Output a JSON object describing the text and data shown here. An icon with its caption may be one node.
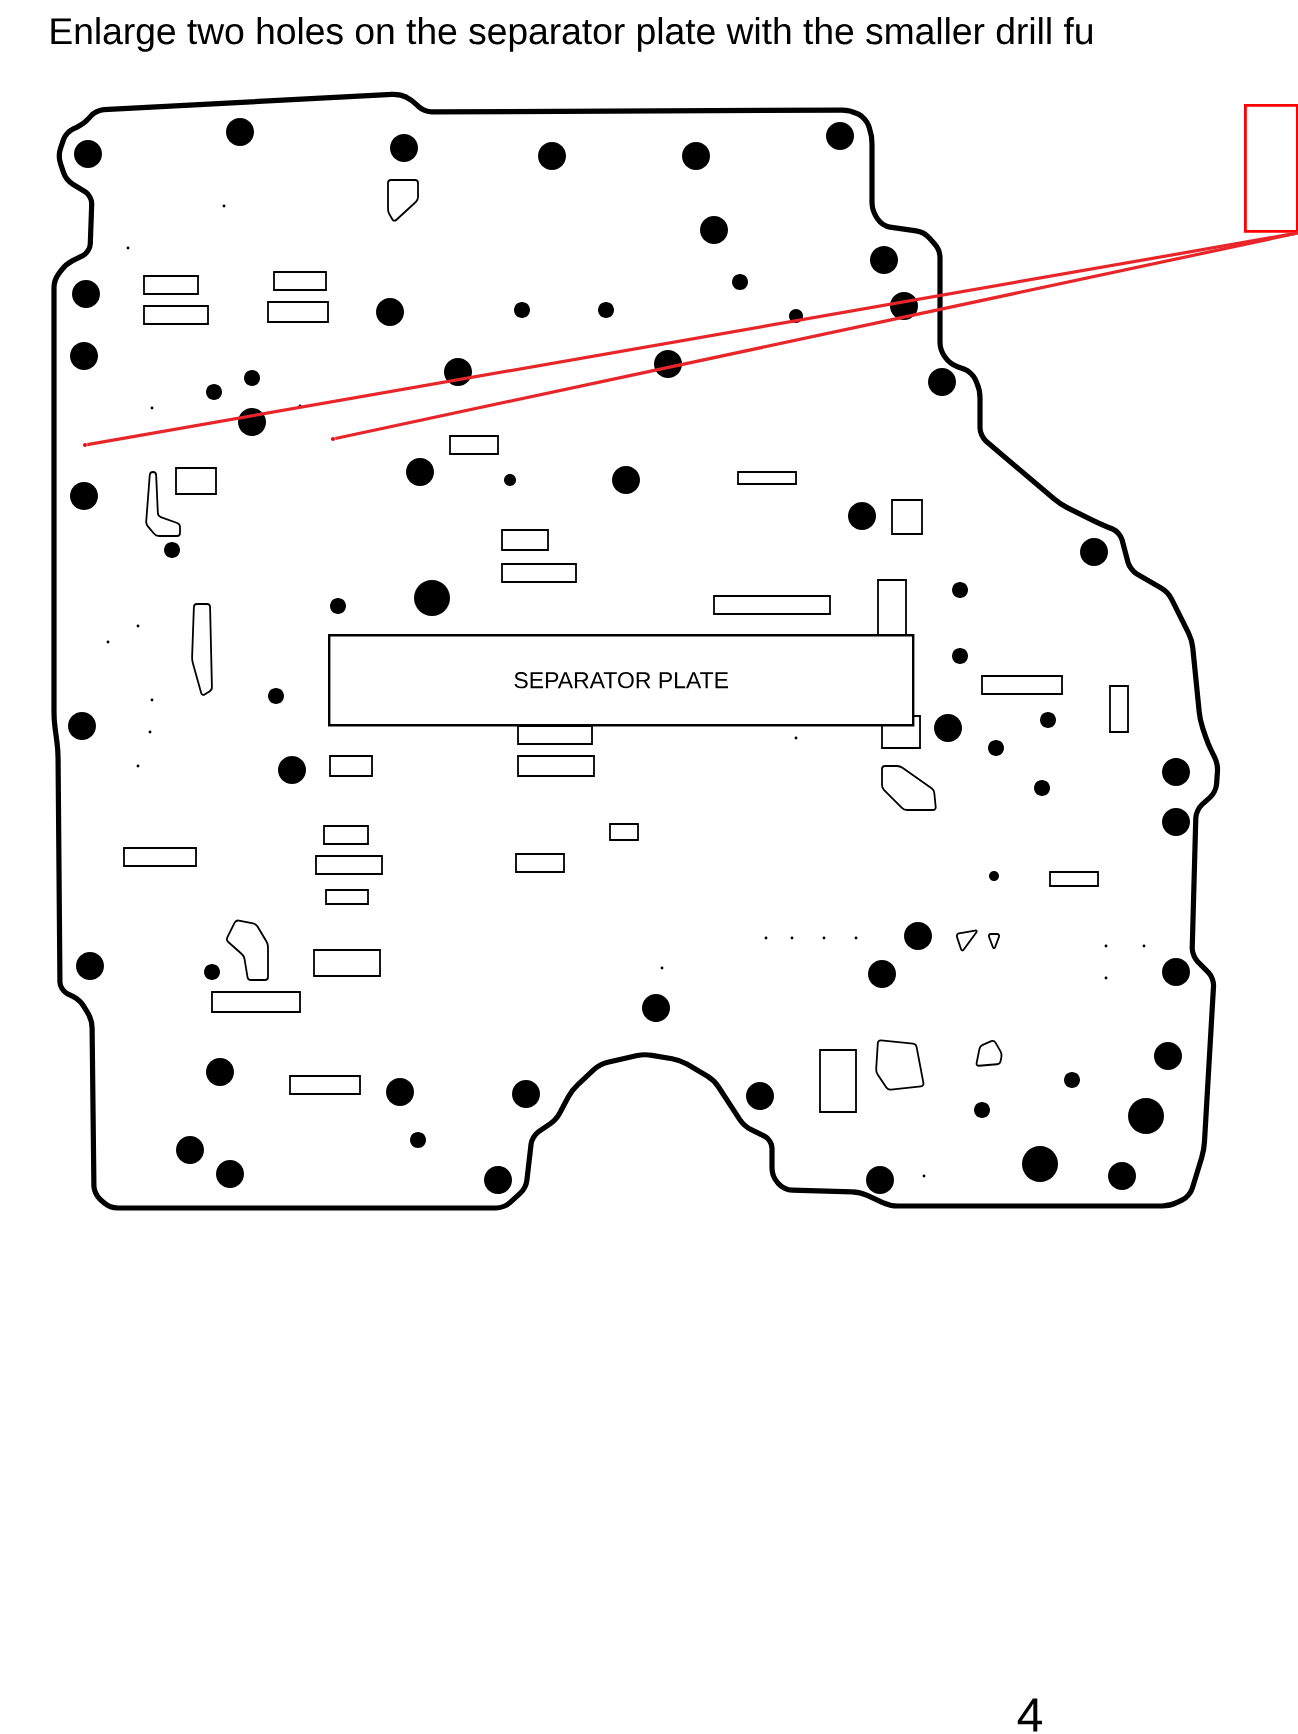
{
  "diagram": {
    "title": "Enlarge two holes on the separator plate with the smaller drill fu",
    "nodes": [
      {
        "text": [],
        "shape": "box"
      },
      {
        "text": [],
        "shape": "circle"
      },
      {
        "text": [],
        "shape": "circle"
      },
      {
        "text": [
          "SEPARATOR PLATE"
        ]
      }
    ],
    "edges": [
      {
        "from": 0,
        "to": 1,
        "arrow": "none",
        "color": "#e8262a"
      },
      {
        "from": 0,
        "to": 2,
        "arrow": "none",
        "color": "#e8262a"
      }
    ],
    "labels": [
      "4"
    ]
  }
}
